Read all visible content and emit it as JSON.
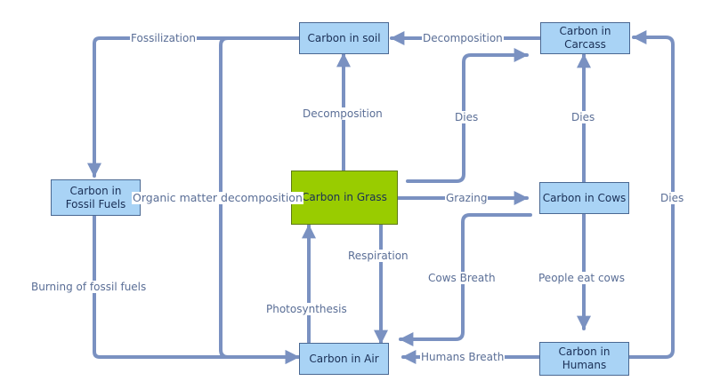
{
  "colors": {
    "node_fill": "#a9d3f5",
    "node_border": "#4a6892",
    "grass_fill": "#99cc00",
    "arrow": "#7a91c1",
    "label_text": "#5a6e96"
  },
  "nodes": {
    "soil": "Carbon in soil",
    "carcass": "Carbon in\nCarcass",
    "fossil": "Carbon in\nFossil Fuels",
    "grass": "Carbon in Grass",
    "cows": "Carbon in Cows",
    "air": "Carbon in Air",
    "humans": "Carbon in\nHumans"
  },
  "edge_labels": {
    "fossilization": "Fossilization",
    "decomposition_carcass": "Decomposition",
    "decomposition_grass": "Decomposition",
    "organic_matter": "Organic matter decomposition",
    "dies_grass": "Dies",
    "dies_cows": "Dies",
    "dies_humans": "Dies",
    "grazing": "Grazing",
    "respiration": "Respiration",
    "cows_breath": "Cows Breath",
    "people_eat_cows": "People eat cows",
    "burning": "Burning of fossil fuels",
    "photosynthesis": "Photosynthesis",
    "humans_breath": "Humans Breath"
  }
}
